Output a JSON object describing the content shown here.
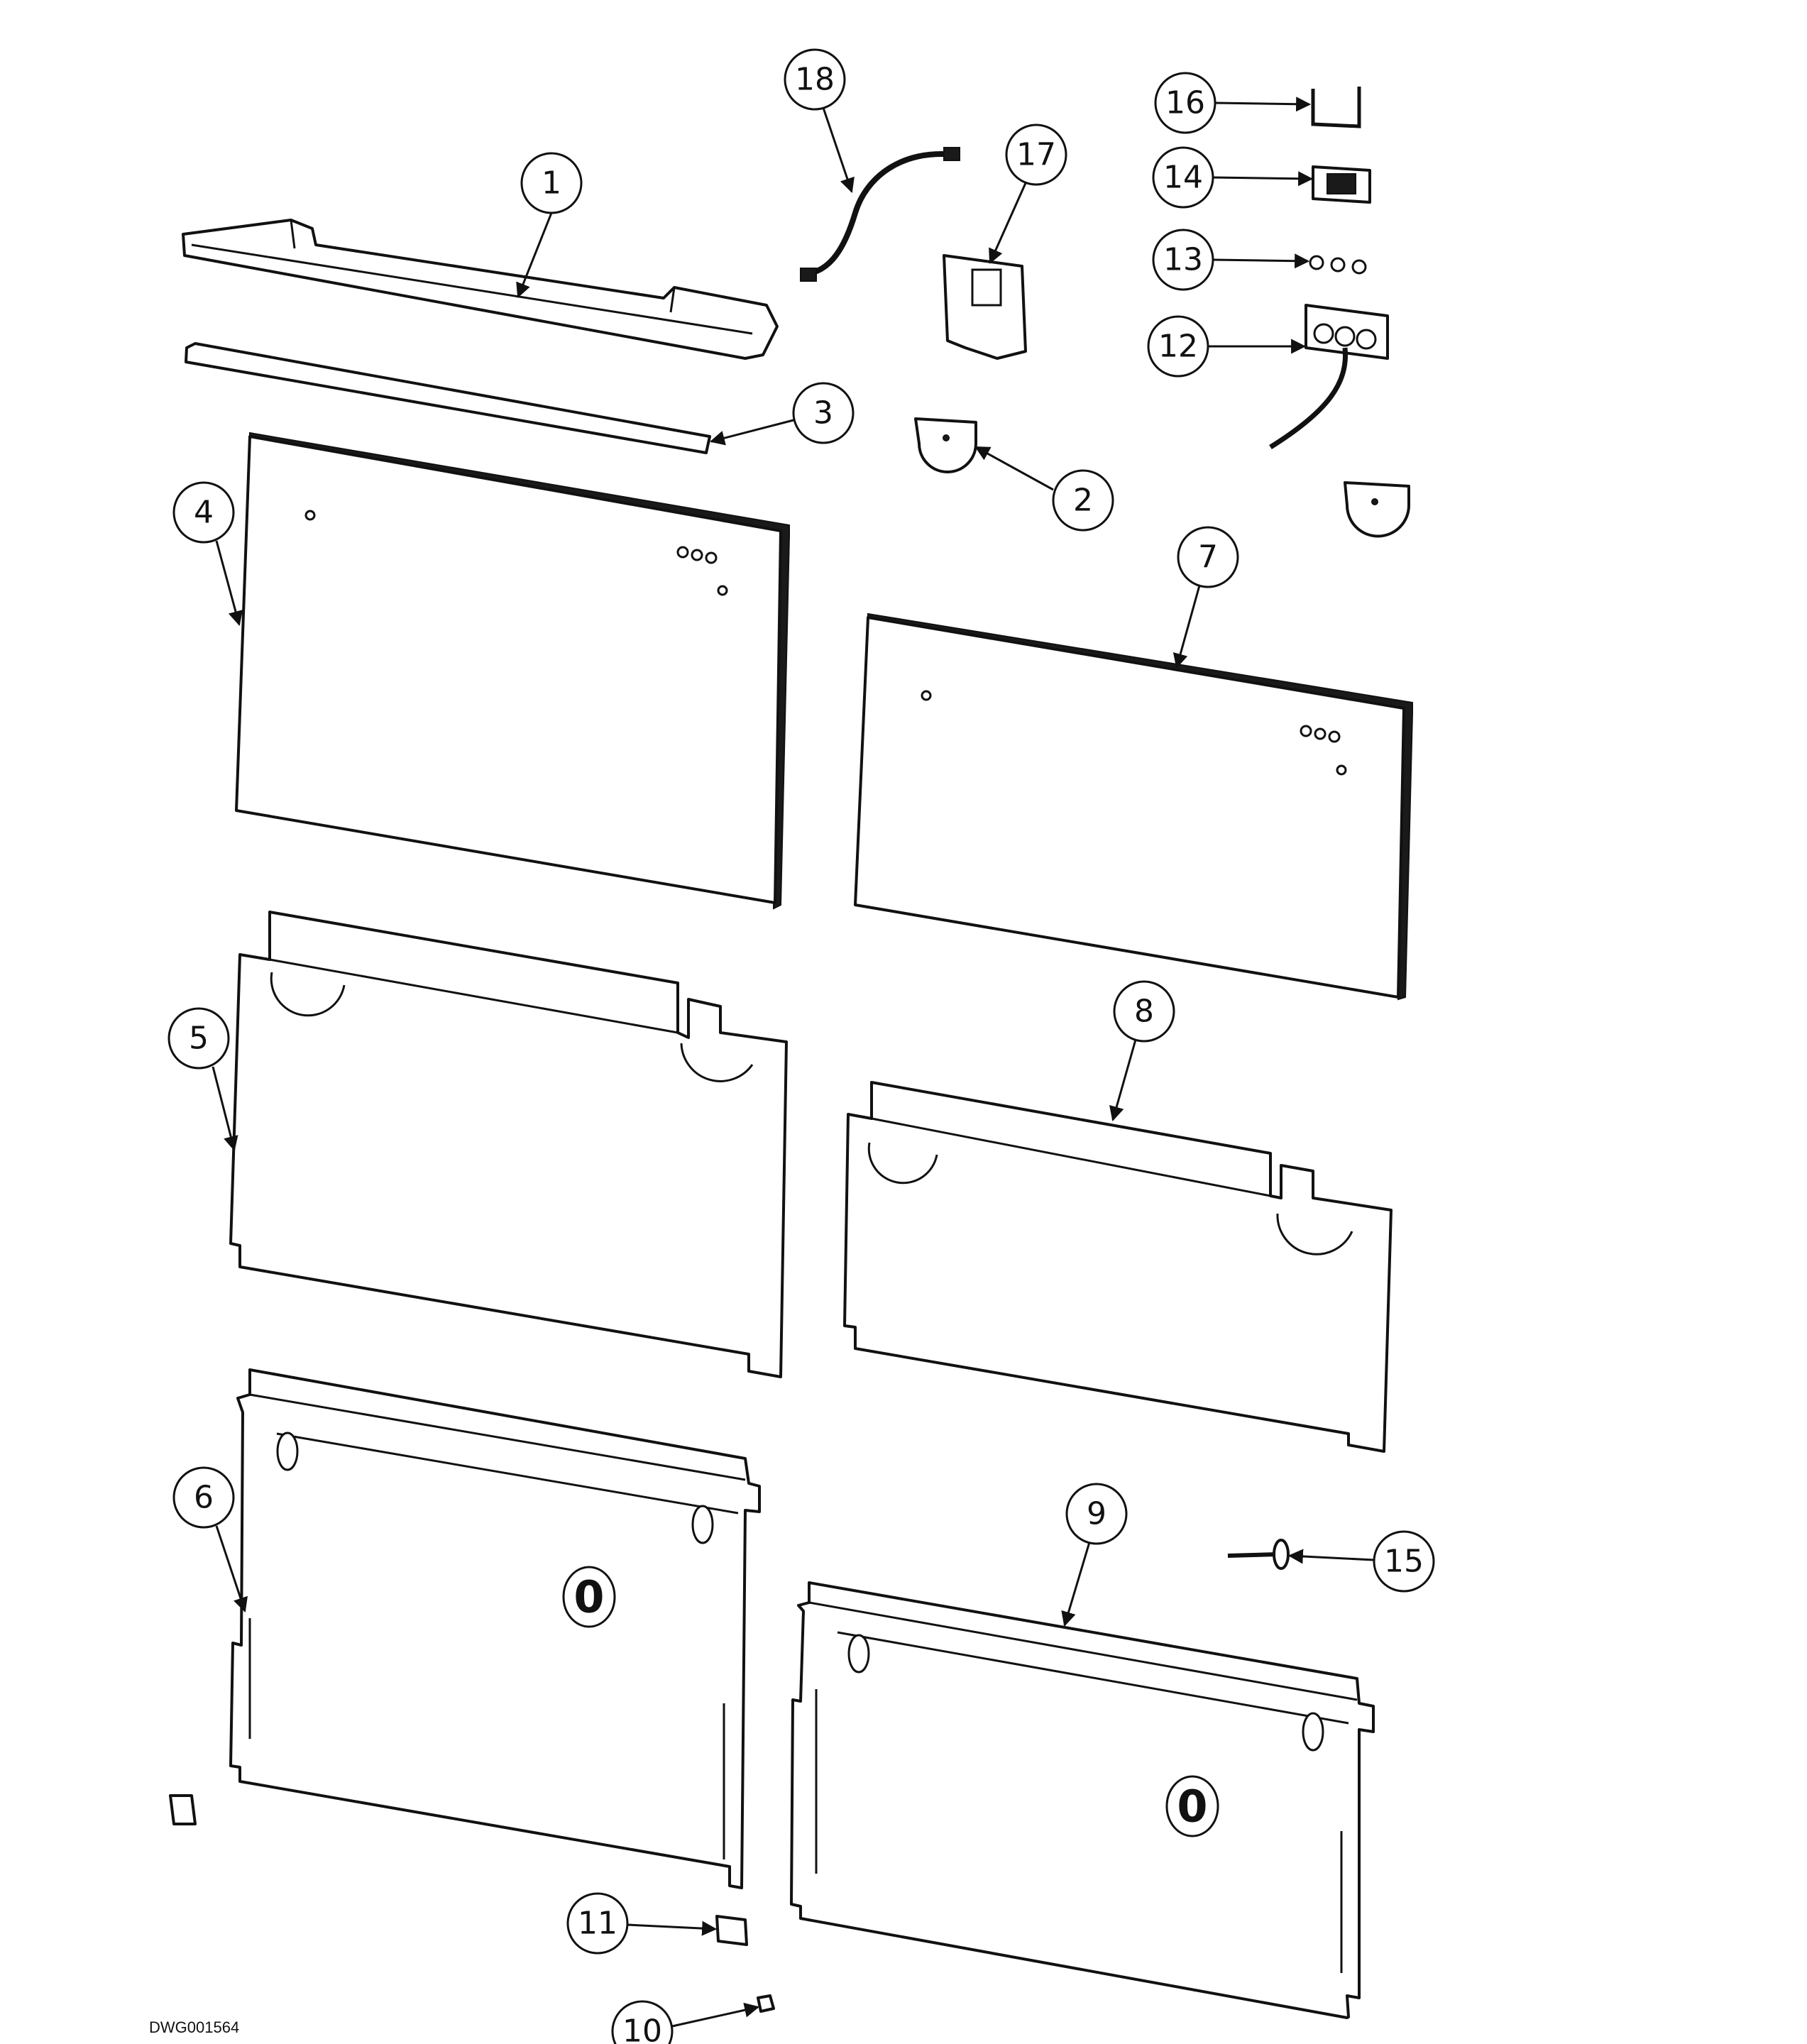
{
  "drawing_number": "DWG001564",
  "callouts": [
    "1",
    "2",
    "3",
    "4",
    "5",
    "6",
    "7",
    "8",
    "9",
    "10",
    "11",
    "12",
    "13",
    "14",
    "15",
    "16",
    "17",
    "18"
  ],
  "panel_badge_text": "0",
  "colors": {
    "line": "#111111",
    "background": "#ffffff"
  }
}
